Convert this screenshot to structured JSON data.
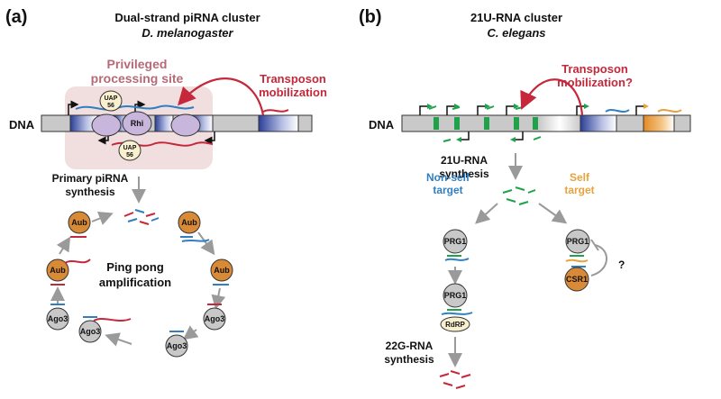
{
  "panel_a": {
    "label": "(a)",
    "title": "Dual-strand piRNA cluster",
    "subtitle": "D. melanogaster",
    "dna_label": "DNA",
    "privileged_line1": "Privileged",
    "privileged_line2": "processing site",
    "transposon_line1": "Transposon",
    "transposon_line2": "mobilization",
    "uap_top_1": "UAP",
    "uap_top_2": "56",
    "rhi": "Rhi",
    "uap_bottom_1": "UAP",
    "uap_bottom_2": "56",
    "primary_line1": "Primary piRNA",
    "primary_line2": "synthesis",
    "pingpong_line1": "Ping pong",
    "pingpong_line2": "amplification",
    "aub": "Aub",
    "ago3": "Ago3"
  },
  "panel_b": {
    "label": "(b)",
    "title": "21U-RNA cluster",
    "subtitle": "C. elegans",
    "dna_label": "DNA",
    "transposon_line1": "Transposon",
    "transposon_line2": "mobilization?",
    "synth_line1": "21U-RNA",
    "synth_line2": "synthesis",
    "nonself_line1": "Non-self",
    "nonself_line2": "target",
    "self_line1": "Self",
    "self_line2": "target",
    "prg1": "PRG1",
    "csr1": "CSR1",
    "question": "?",
    "rdrp": "RdRP",
    "g22_line1": "22G-RNA",
    "g22_line2": "synthesis"
  },
  "colors": {
    "red": "#c4283a",
    "blue": "#2f7fc1",
    "orange": "#e8a23d",
    "green": "#1fa24a",
    "purple": "#c9b6dc",
    "pink_bg": "#f1dede",
    "aub_fill": "#d98a37",
    "ago3_fill": "#c8c8c8",
    "cream": "#f8f0cf",
    "gray_arrow": "#9a9a9a",
    "dna_gray": "#c9c9c9",
    "privileged_text": "#b56a78"
  }
}
